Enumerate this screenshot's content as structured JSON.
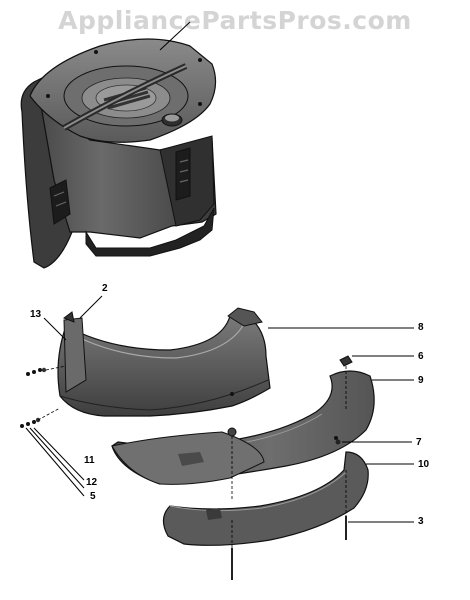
{
  "watermark": "AppliancePartsPros.com",
  "callouts": {
    "c2": "2",
    "c13": "13",
    "c8": "8",
    "c6": "6",
    "c9": "9",
    "c7": "7",
    "c10": "10",
    "c11": "11",
    "c12": "12",
    "c5": "5",
    "c3": "3"
  }
}
